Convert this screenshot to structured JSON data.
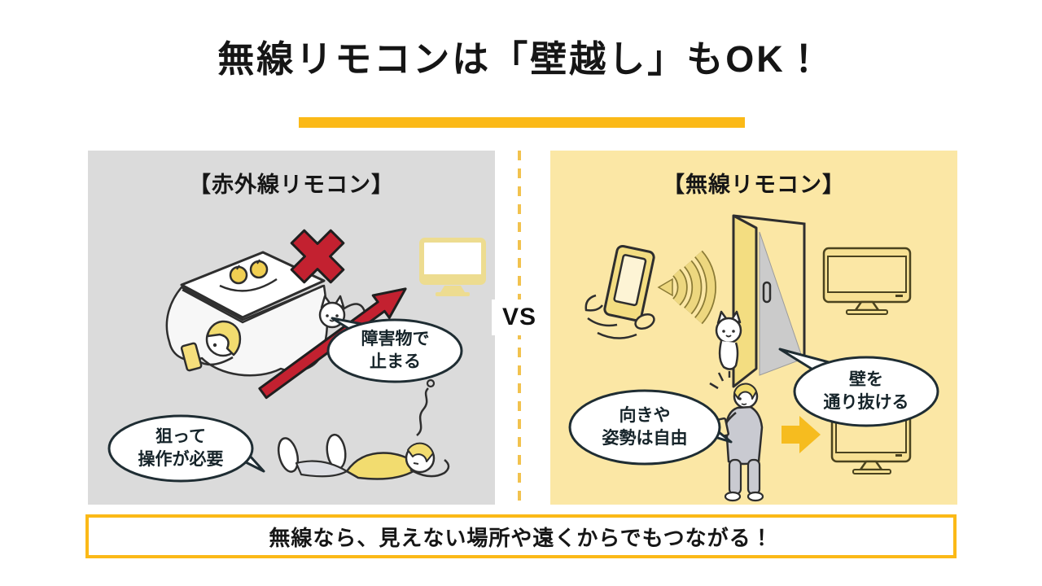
{
  "title": "無線リモコンは「壁越し」もOK！",
  "vs_label": "VS",
  "panels": {
    "infrared": {
      "title": "【赤外線リモコン】",
      "bubbles": {
        "obstacle": "障害物で\n止まる",
        "aim": "狙って\n操作が必要"
      }
    },
    "wireless": {
      "title": "【無線リモコン】",
      "bubbles": {
        "wall": "壁を\n通り抜ける",
        "free": "向きや\n姿勢は自由"
      }
    }
  },
  "footer": {
    "text": "無線なら、見えない場所や遠くからでもつながる！"
  },
  "colors": {
    "accent_yellow": "#FBB917",
    "panel_gray": "#DBDBDB",
    "panel_yellow": "#FBE7A5",
    "illustration_yellow": "#F3DD81",
    "blocked_red": "#C32130",
    "outline": "#2E2E2E",
    "bubble_outline": "#1F2D33",
    "divider_yellow": "#F2C24E"
  },
  "icons": {
    "x_mark": "x-mark-icon",
    "blocked_arrow": "blocked-arrow-icon",
    "tv": "tv-icon",
    "kotatsu": "kotatsu-icon",
    "cat": "cat-icon",
    "remote_hand": "remote-hand-icon",
    "wifi_waves": "wifi-waves-icon",
    "door": "door-icon",
    "person_lying": "person-lying-icon",
    "person_standing": "person-standing-icon",
    "arrow_right": "arrow-right-icon"
  }
}
